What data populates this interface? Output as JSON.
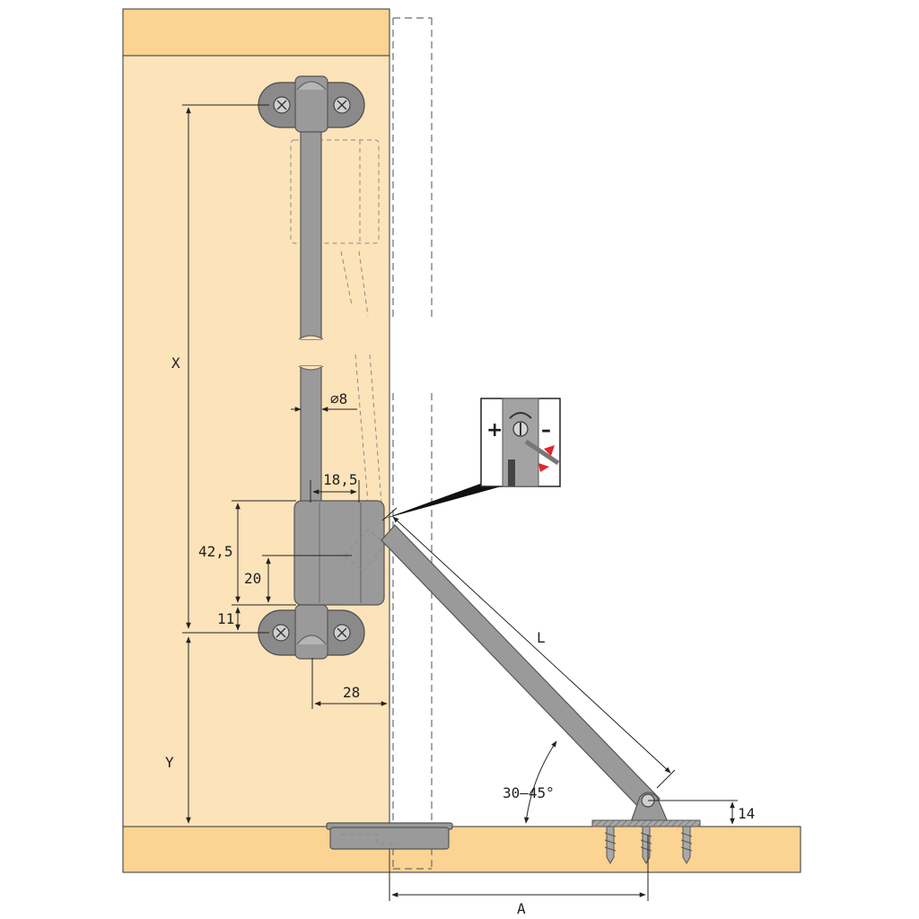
{
  "colors": {
    "panel_light": "#fde3b9",
    "panel_edge": "#fbd393",
    "metal": "#9a9a9a",
    "metal_dark": "#6e6e6e",
    "dimension_line": "#222222",
    "arrow_red": "#e1262d"
  },
  "labels": {
    "x": "X",
    "y": "Y",
    "diameter": "⌀8",
    "width_18_5": "18,5",
    "height_42_5": "42,5",
    "height_20": "20",
    "height_11": "11",
    "width_28": "28",
    "length_l": "L",
    "angle": "30–45°",
    "height_14": "14",
    "distance_a": "A"
  },
  "detail_view": {
    "plus": "+",
    "minus": "–"
  },
  "icons": [
    "screw-icon",
    "adjustment-arrow-icon",
    "wood-screw-icon"
  ]
}
